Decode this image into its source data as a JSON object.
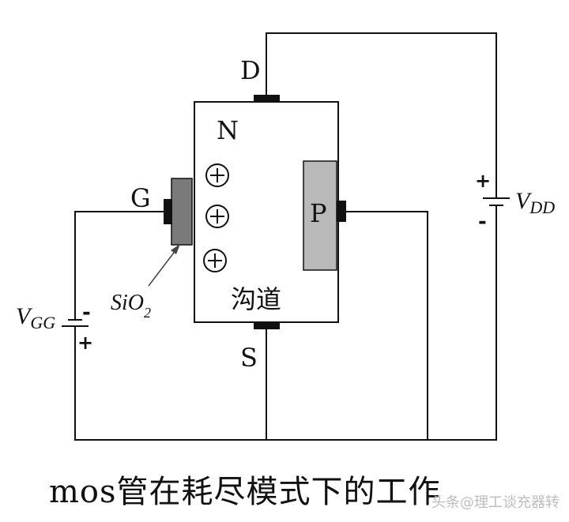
{
  "labels": {
    "drain": "D",
    "gate": "G",
    "source": "S",
    "n_region": "N",
    "p_region": "P",
    "channel": "沟道",
    "oxide": "SiO",
    "oxide_subscript": "2",
    "vdd_main": "V",
    "vdd_sub": "DD",
    "vgg_main": "V",
    "vgg_sub": "GG",
    "plus": "+",
    "minus": "-",
    "charge": "+"
  },
  "caption": "mos管在耗尽模式下的工作",
  "watermark": "头条@理工谈充器转",
  "colors": {
    "oxide": "#7a7a7a",
    "p_region": "#b9b9b9",
    "contact": "#111111",
    "wire": "#111111"
  }
}
